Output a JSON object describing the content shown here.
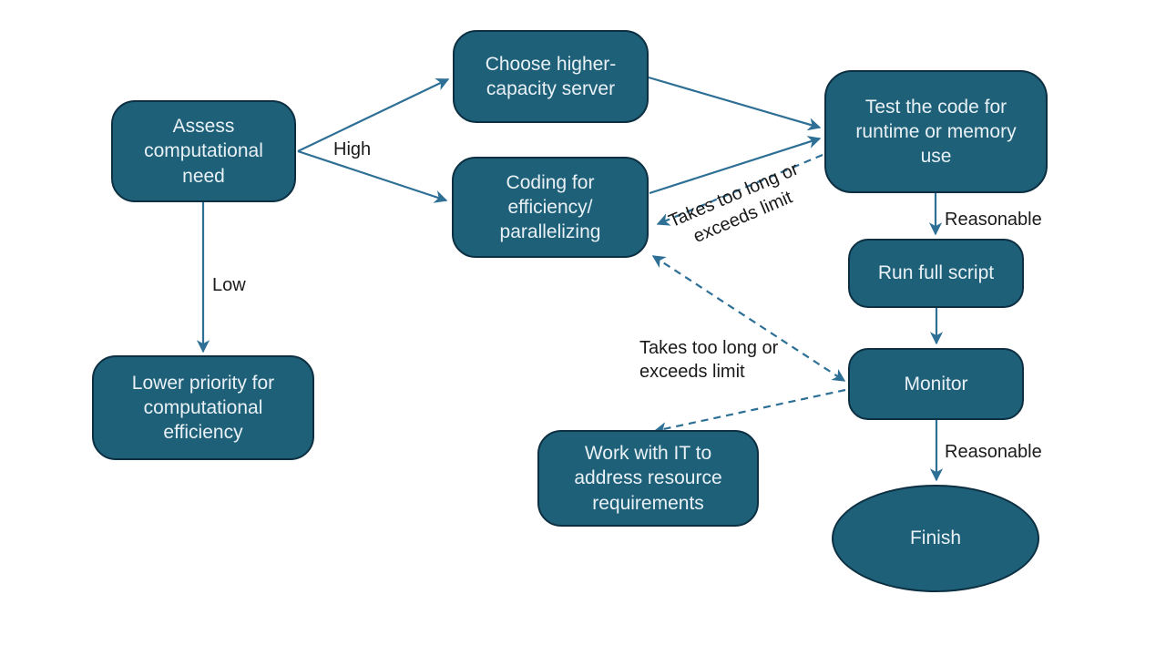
{
  "diagram": {
    "type": "flowchart",
    "background": "#FFFFFF",
    "colors": {
      "node_fill": "#1E6078",
      "node_border": "#0C2F42",
      "node_text": "#E9F1F6",
      "connector": "#2E6F96",
      "label_text": "#1A1A1A"
    },
    "nodes": {
      "assess": {
        "label": "Assess\ncomputational\nneed",
        "shape": "rounded-rect"
      },
      "choose_server": {
        "label": "Choose higher-\ncapacity server",
        "shape": "rounded-rect"
      },
      "coding": {
        "label": "Coding for\nefficiency/\nparallelizing",
        "shape": "rounded-rect"
      },
      "test_code": {
        "label": "Test the code for\nruntime or memory\nuse",
        "shape": "rounded-rect"
      },
      "run_script": {
        "label": "Run full script",
        "shape": "rounded-rect"
      },
      "monitor": {
        "label": "Monitor",
        "shape": "rounded-rect"
      },
      "lower_priority": {
        "label": "Lower priority for\ncomputational\nefficiency",
        "shape": "rounded-rect"
      },
      "work_with_it": {
        "label": "Work with IT to\naddress resource\nrequirements",
        "shape": "rounded-rect"
      },
      "finish": {
        "label": "Finish",
        "shape": "ellipse"
      }
    },
    "edge_labels": {
      "high": "High",
      "low": "Low",
      "reasonable_top": "Reasonable",
      "reasonable_bottom": "Reasonable",
      "takes_too_long_upper": "Takes too long or\nexceeds limit",
      "takes_too_long_lower": "Takes too long or\nexceeds limit"
    },
    "edges": [
      {
        "from": "assess",
        "to": "choose_server",
        "style": "solid",
        "label": "High"
      },
      {
        "from": "assess",
        "to": "coding",
        "style": "solid",
        "label": "High"
      },
      {
        "from": "assess",
        "to": "lower_priority",
        "style": "solid",
        "label": "Low"
      },
      {
        "from": "choose_server",
        "to": "test_code",
        "style": "solid",
        "label": ""
      },
      {
        "from": "coding",
        "to": "test_code",
        "style": "solid",
        "label": ""
      },
      {
        "from": "test_code",
        "to": "coding",
        "style": "dashed",
        "label": "Takes too long or exceeds limit"
      },
      {
        "from": "test_code",
        "to": "run_script",
        "style": "solid",
        "label": "Reasonable"
      },
      {
        "from": "run_script",
        "to": "monitor",
        "style": "solid",
        "label": ""
      },
      {
        "from": "monitor",
        "to": "coding",
        "style": "dashed-double-arrow",
        "label": "Takes too long or exceeds limit"
      },
      {
        "from": "monitor",
        "to": "work_with_it",
        "style": "dashed",
        "label": ""
      },
      {
        "from": "monitor",
        "to": "finish",
        "style": "solid",
        "label": "Reasonable"
      }
    ]
  }
}
